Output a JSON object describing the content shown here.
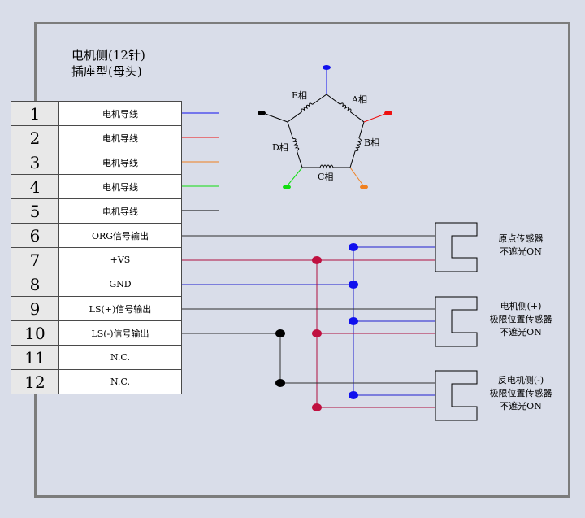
{
  "title": {
    "line1": "电机侧(12针)",
    "line2": "插座型(母头)"
  },
  "pins": [
    {
      "num": "1",
      "label": "电机导线"
    },
    {
      "num": "2",
      "label": "电机导线"
    },
    {
      "num": "3",
      "label": "电机导线"
    },
    {
      "num": "4",
      "label": "电机导线"
    },
    {
      "num": "5",
      "label": "电机导线"
    },
    {
      "num": "6",
      "label": "ORG信号输出"
    },
    {
      "num": "7",
      "label": "+VS"
    },
    {
      "num": "8",
      "label": "GND"
    },
    {
      "num": "9",
      "label": "LS(+)信号输出"
    },
    {
      "num": "10",
      "label": "LS(-)信号输出"
    },
    {
      "num": "11",
      "label": "N.C."
    },
    {
      "num": "12",
      "label": "N.C."
    }
  ],
  "motor": {
    "phase_a": "A相",
    "phase_b": "B相",
    "phase_c": "C相",
    "phase_d": "D相",
    "phase_e": "E相"
  },
  "sensors": {
    "origin": {
      "line1": "原点传感器",
      "line2": "不遮光ON"
    },
    "limit_plus": {
      "line1": "电机侧(+)",
      "line2": "极限位置传感器",
      "line3": "不遮光ON"
    },
    "limit_minus": {
      "line1": "反电机侧(-)",
      "line2": "极限位置传感器",
      "line3": "不遮光ON"
    }
  },
  "colors": {
    "blue": "#1010ee",
    "red": "#ee1010",
    "orange": "#f08020",
    "green": "#10dd10",
    "black": "#000000",
    "dark_red": "#b01040",
    "navy": "#2020d0"
  }
}
